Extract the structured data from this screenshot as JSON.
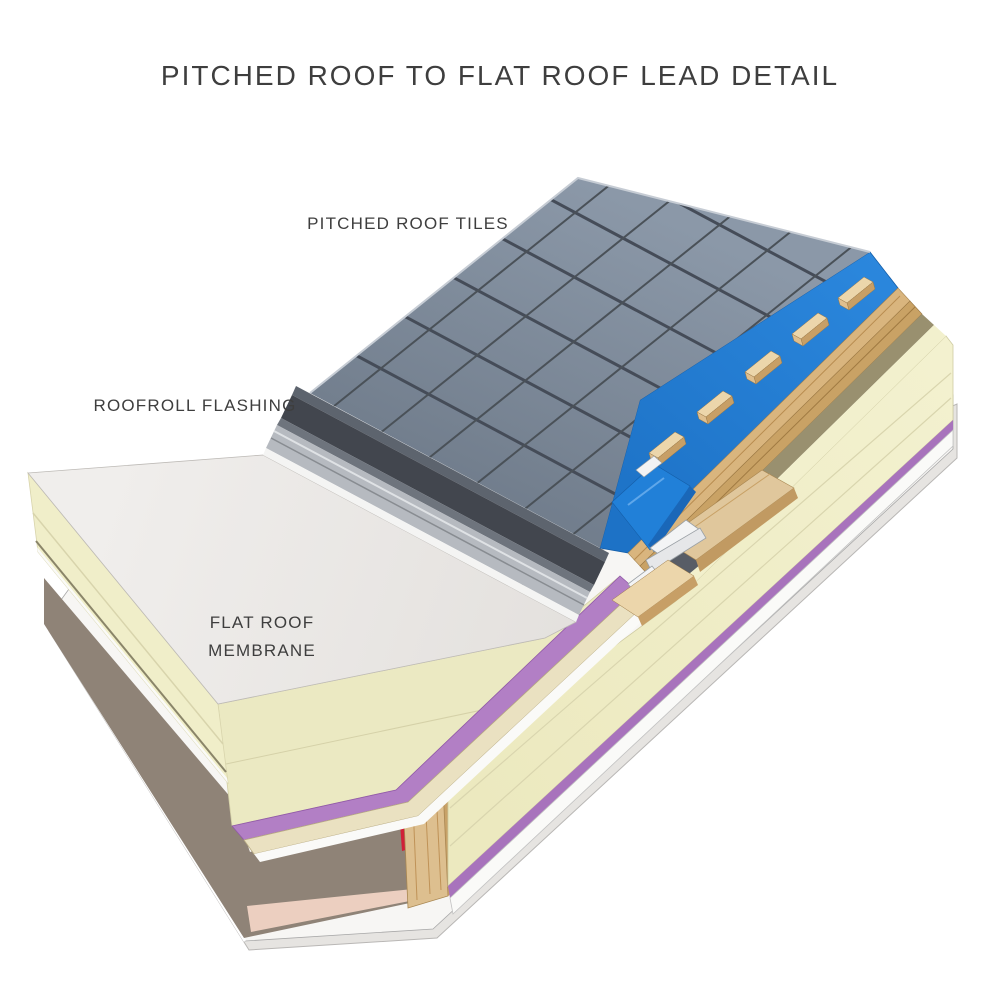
{
  "title": "PITCHED ROOF TO FLAT ROOF LEAD DETAIL",
  "labels": {
    "pitched_roof_tiles": "PITCHED ROOF TILES",
    "roofroll_flashing": "ROOFROLL FLASHING",
    "flat_roof_membrane_line1": "FLAT ROOF",
    "flat_roof_membrane_line2": "MEMBRANE"
  },
  "colors": {
    "background": "#ffffff",
    "text": "#3e3e3e",
    "tiles": "#7f8c9c",
    "tile_joint": "#454c58",
    "tile_edge_light": "#c6ccd4",
    "underlay": "#2180d8",
    "underlay_dark": "#1a67b8",
    "underlay_fold": "#5fa7ea",
    "flashing": "#b6bac0",
    "flashing_ridge": "#dfe2e5",
    "flashing_groove": "#888c91",
    "dark_eave": "#42464e",
    "eave_lip": "#5d646e",
    "eave_mid": "#6e747d",
    "membrane": "#edeae7",
    "insulation": "#f0eec9",
    "insulation_cut": "#ebe9c2",
    "insulation_line": "#d5d1a8",
    "vcl": "#b27fc5",
    "vcl_dark": "#a873bc",
    "wood": "#d9b57e",
    "wood_dark": "#c9a265",
    "wood_shadow": "#99906f",
    "batten_top": "#ecd6ab",
    "batten_side": "#c79f66",
    "batten_end": "#dfbf8e",
    "rafter_top": "#e0c79c",
    "rafter_side": "#c19a62",
    "joist": "#ddbf8f",
    "joist_side": "#c8a268",
    "lead": "#e6e7e9",
    "lead_light": "#f3f4f5",
    "fillet_dark": "#585d66",
    "red_stop": "#d01f37",
    "cavity_shadow": "#8f8377",
    "deck_pink": "#eccfc0",
    "osb": "#eae1c1",
    "deck_white": "#fafaf8",
    "board": "#f7f6f4",
    "board_edge": "#e6e4e1"
  }
}
